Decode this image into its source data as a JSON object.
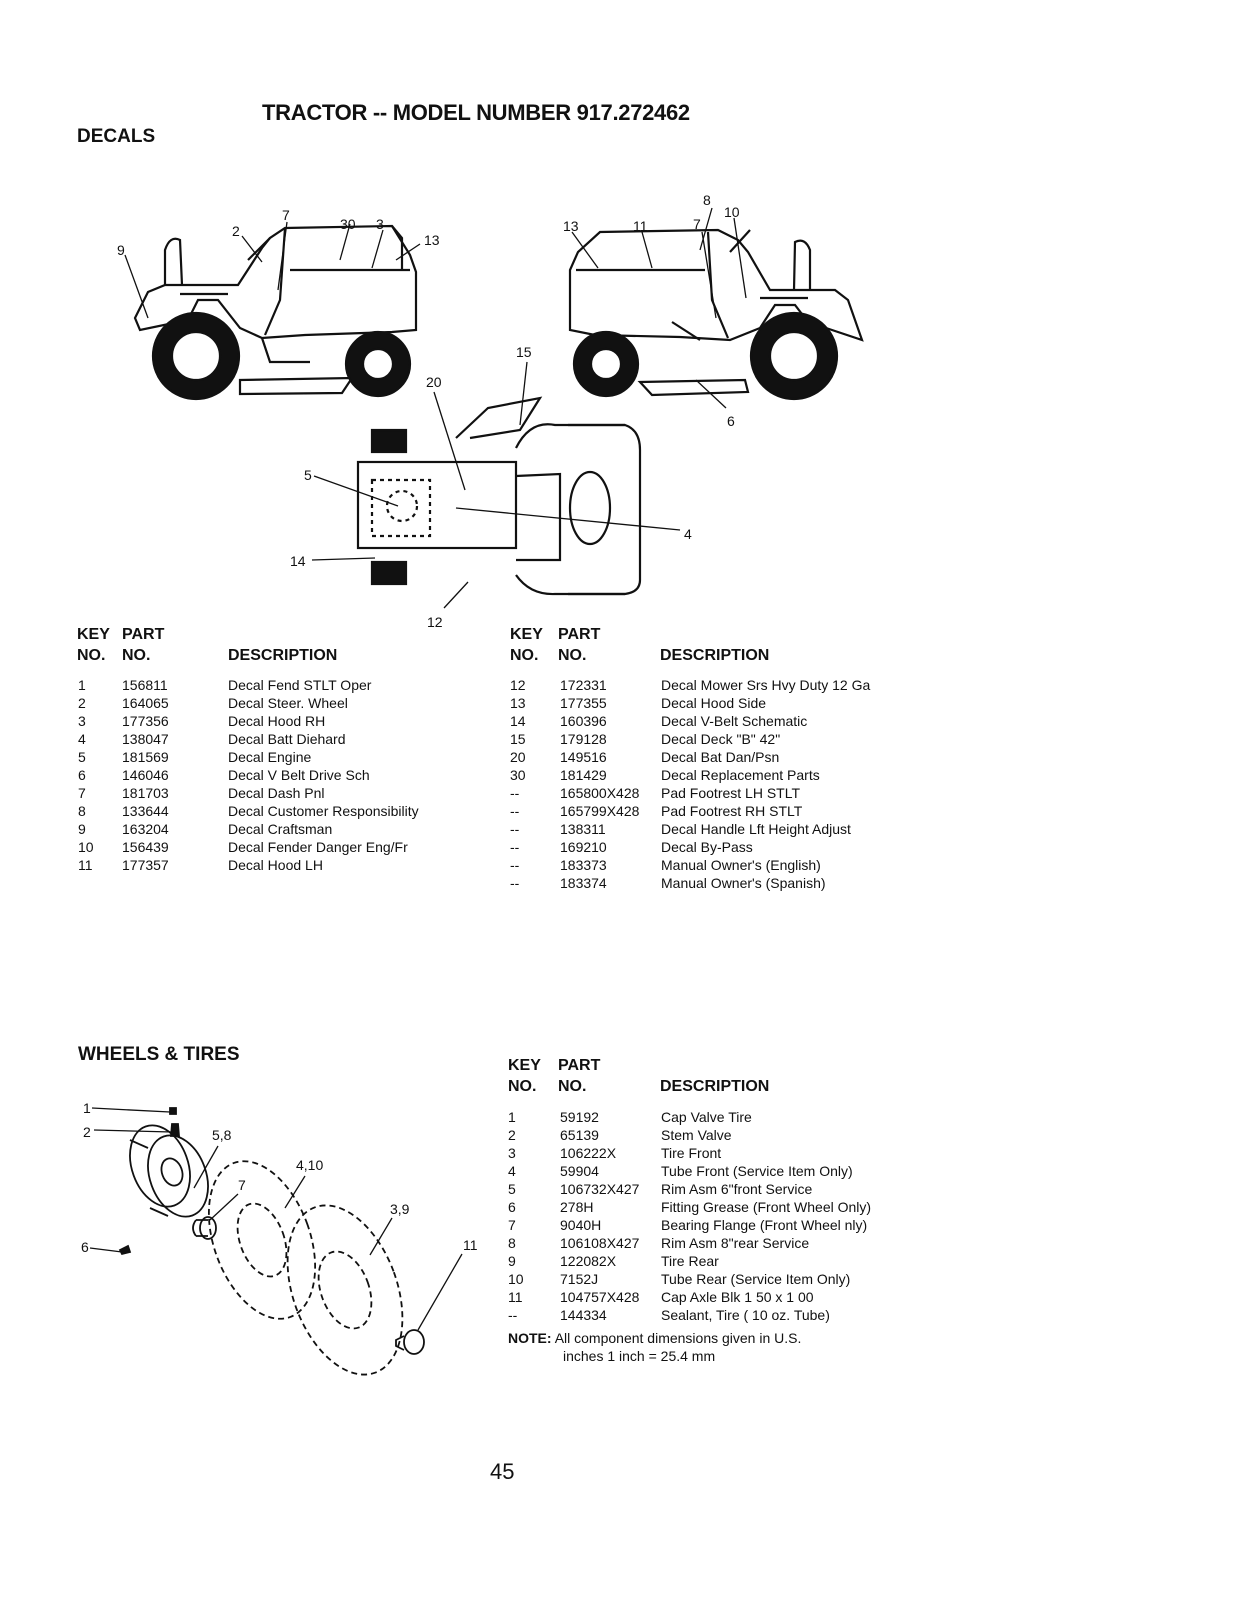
{
  "header": {
    "title": "TRACTOR -- MODEL NUMBER 917.272462"
  },
  "decals": {
    "section_title": "DECALS",
    "diagram_callouts": [
      "9",
      "2",
      "7",
      "30",
      "3",
      "13",
      "13",
      "11",
      "8",
      "7",
      "10",
      "15",
      "20",
      "6",
      "5",
      "4",
      "14",
      "12"
    ],
    "table_headers": {
      "key_line1": "KEY",
      "key_line2": "NO.",
      "part_line1": "PART",
      "part_line2": "NO.",
      "description": "DESCRIPTION"
    },
    "left_rows": [
      {
        "key": "1",
        "part": "156811",
        "desc": "Decal Fend STLT Oper"
      },
      {
        "key": "2",
        "part": "164065",
        "desc": "Decal Steer. Wheel"
      },
      {
        "key": "3",
        "part": "177356",
        "desc": "Decal Hood RH"
      },
      {
        "key": "4",
        "part": "138047",
        "desc": "Decal Batt Diehard"
      },
      {
        "key": "5",
        "part": "181569",
        "desc": "Decal Engine"
      },
      {
        "key": "6",
        "part": "146046",
        "desc": "Decal V Belt Drive Sch"
      },
      {
        "key": "7",
        "part": "181703",
        "desc": "Decal Dash Pnl"
      },
      {
        "key": "8",
        "part": "133644",
        "desc": "Decal Customer Responsibility"
      },
      {
        "key": "9",
        "part": "163204",
        "desc": "Decal Craftsman"
      },
      {
        "key": "10",
        "part": "156439",
        "desc": "Decal Fender Danger Eng/Fr"
      },
      {
        "key": "11",
        "part": "177357",
        "desc": "Decal Hood LH"
      }
    ],
    "right_rows": [
      {
        "key": "12",
        "part": "172331",
        "desc": "Decal Mower Srs Hvy Duty 12 Ga"
      },
      {
        "key": "13",
        "part": "177355",
        "desc": "Decal Hood Side"
      },
      {
        "key": "14",
        "part": "160396",
        "desc": "Decal V-Belt Schematic"
      },
      {
        "key": "15",
        "part": "179128",
        "desc": "Decal Deck \"B\" 42\""
      },
      {
        "key": "20",
        "part": "149516",
        "desc": "Decal Bat Dan/Psn"
      },
      {
        "key": "30",
        "part": "181429",
        "desc": "Decal Replacement Parts"
      },
      {
        "key": "--",
        "part": "165800X428",
        "desc": "Pad Footrest LH STLT"
      },
      {
        "key": "--",
        "part": "165799X428",
        "desc": "Pad Footrest RH STLT"
      },
      {
        "key": "--",
        "part": "138311",
        "desc": "Decal Handle Lft Height Adjust"
      },
      {
        "key": "--",
        "part": "169210",
        "desc": "Decal By-Pass"
      },
      {
        "key": "--",
        "part": "183373",
        "desc": "Manual Owner's (English)"
      },
      {
        "key": "--",
        "part": "183374",
        "desc": "Manual Owner's (Spanish)"
      }
    ]
  },
  "wheels": {
    "section_title": "WHEELS & TIRES",
    "diagram_callouts": [
      "1",
      "2",
      "5,8",
      "4,10",
      "7",
      "3,9",
      "11",
      "6"
    ],
    "table_headers": {
      "key_line1": "KEY",
      "key_line2": "NO.",
      "part_line1": "PART",
      "part_line2": "NO.",
      "description": "DESCRIPTION"
    },
    "rows": [
      {
        "key": "1",
        "part": "59192",
        "desc": "Cap Valve Tire"
      },
      {
        "key": "2",
        "part": "65139",
        "desc": "Stem Valve"
      },
      {
        "key": "3",
        "part": "106222X",
        "desc": "Tire Front"
      },
      {
        "key": "4",
        "part": "59904",
        "desc": "Tube Front (Service Item Only)"
      },
      {
        "key": "5",
        "part": "106732X427",
        "desc": "Rim Asm 6\"front Service"
      },
      {
        "key": "6",
        "part": "278H",
        "desc": "Fitting Grease (Front Wheel Only)"
      },
      {
        "key": "7",
        "part": "9040H",
        "desc": "Bearing Flange (Front Wheel nly)"
      },
      {
        "key": "8",
        "part": "106108X427",
        "desc": "Rim Asm 8\"rear Service"
      },
      {
        "key": "9",
        "part": "122082X",
        "desc": "Tire Rear"
      },
      {
        "key": "10",
        "part": "7152J",
        "desc": "Tube Rear (Service Item Only)"
      },
      {
        "key": "11",
        "part": "104757X428",
        "desc": "Cap Axle Blk 1 50 x 1 00"
      },
      {
        "key": "--",
        "part": "144334",
        "desc": "Sealant, Tire ( 10 oz. Tube)"
      }
    ],
    "note_label": "NOTE:",
    "note_line1": "All component dimensions given in U.S.",
    "note_line2": "inches 1 inch = 25.4 mm"
  },
  "footer": {
    "page_number": "45"
  }
}
